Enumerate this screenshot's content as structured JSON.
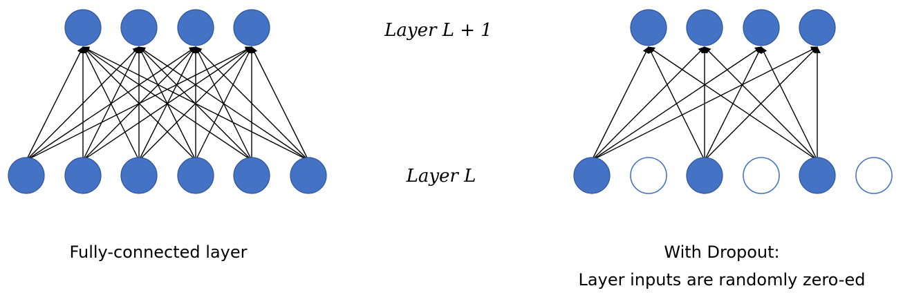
{
  "labels": {
    "upper_layer": "Layer L + 1",
    "lower_layer": "Layer L"
  },
  "panels": {
    "fully_connected": {
      "caption": "Fully-connected layer",
      "top_nodes": 4,
      "bottom_nodes": 6,
      "bottom_active": [
        true,
        true,
        true,
        true,
        true,
        true
      ]
    },
    "dropout": {
      "caption_line1": "With Dropout:",
      "caption_line2": "Layer inputs are randomly zero-ed",
      "top_nodes": 4,
      "bottom_nodes": 6,
      "bottom_active": [
        true,
        false,
        true,
        false,
        true,
        false
      ]
    }
  },
  "colors": {
    "node_fill": "#4472C4",
    "node_stroke": "#2F5597",
    "dropped_fill": "#FFFFFF",
    "edge": "#000000"
  }
}
